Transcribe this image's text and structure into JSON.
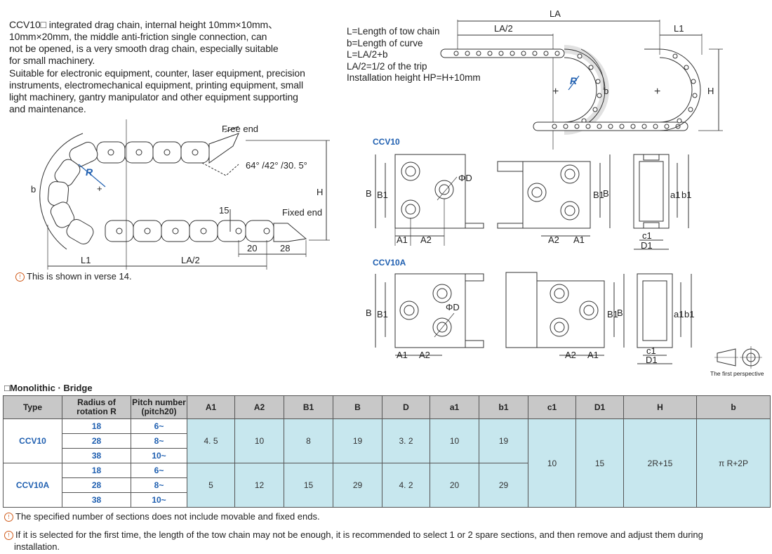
{
  "intro": {
    "line1": "CCV10□  integrated drag chain, internal height 10mm×10mm、",
    "line2": "10mm×20mm, the middle anti-friction single connection, can",
    "line3": "not be opened, is a very smooth drag chain, especially suitable",
    "line4": "for small machinery.",
    "line5": "Suitable for electronic equipment,  counter, laser equipment, precision",
    "line6": "instruments, electromechanical equipment, printing equipment, small",
    "line7": "light machinery, gantry manipulator and other equipment supporting",
    "line8": "and maintenance."
  },
  "legend": {
    "l1": "L=Length of tow chain",
    "l2": "b=Length of curve",
    "l3": "L=LA/2+b",
    "l4": "LA/2=1/2 of the trip",
    "l5": "Installation height  HP=H+10mm"
  },
  "diagram_left": {
    "free_end": "Free end",
    "fixed_end": "Fixed end",
    "angles": "64° /42° /30. 5°",
    "R": "R",
    "b": "b",
    "H": "H",
    "dim15": "15",
    "dim20": "20",
    "dim28": "28",
    "L1": "L1",
    "LA2": "LA/2",
    "note": "This is shown in verse 14."
  },
  "diagram_right": {
    "LA": "LA",
    "LA2": "LA/2",
    "L1": "L1",
    "R": "R",
    "b": "b",
    "H": "H"
  },
  "sections": {
    "ccv10": "CCV10",
    "ccv10a": "CCV10A",
    "B": "B",
    "B1": "B1",
    "A1": "A1",
    "A2": "A2",
    "D": "ΦD",
    "a1": "a1",
    "b1": "b1",
    "c1": "c1",
    "D1": "D1",
    "perspective": "The first perspective"
  },
  "table": {
    "title": "□Monolithic · Bridge",
    "headers": [
      "Type",
      "Radius of rotation R",
      "Pitch number (pitch20)",
      "A1",
      "A2",
      "B1",
      "B",
      "D",
      "a1",
      "b1",
      "c1",
      "D1",
      "H",
      "b"
    ],
    "ccv10": {
      "type": "CCV10",
      "radii": [
        "18",
        "28",
        "38"
      ],
      "pitches": [
        "6~",
        "8~",
        "10~"
      ],
      "A1": "4. 5",
      "A2": "10",
      "B1": "8",
      "B": "19",
      "D": "3. 2",
      "a1": "10",
      "b1": "19"
    },
    "ccv10a": {
      "type": "CCV10A",
      "radii": [
        "18",
        "28",
        "38"
      ],
      "pitches": [
        "6~",
        "8~",
        "10~"
      ],
      "A1": "5",
      "A2": "12",
      "B1": "15",
      "B": "29",
      "D": "4. 2",
      "a1": "20",
      "b1": "29"
    },
    "shared": {
      "c1": "10",
      "D1": "15",
      "H": "2R+15",
      "b": "π R+2P"
    }
  },
  "notes": {
    "n1": "The specified number of sections does not include movable and fixed ends.",
    "n2": "If it is selected for the first time, the length of the tow chain may not be enough, it is recommended to select 1 or 2 spare sections, and then remove and adjust them during",
    "n3": "installation."
  }
}
